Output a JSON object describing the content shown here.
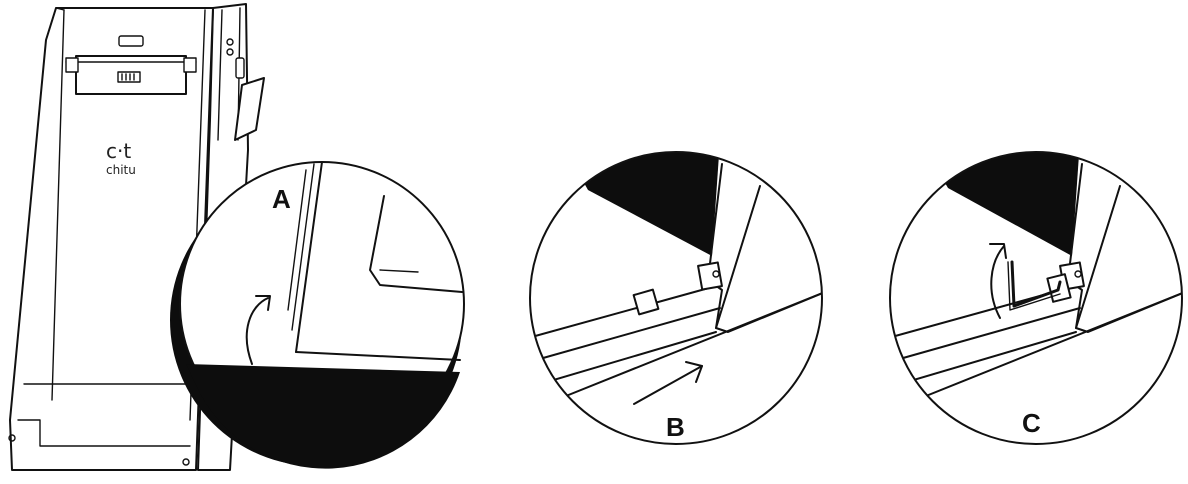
{
  "device": {
    "logo_text": "c·t",
    "brand_name": "chitu"
  },
  "steps": [
    {
      "label": "A",
      "icon": "rotate-arrow-icon"
    },
    {
      "label": "B",
      "icon": "push-arrow-icon"
    },
    {
      "label": "C",
      "icon": "rotate-arrow-icon"
    }
  ]
}
